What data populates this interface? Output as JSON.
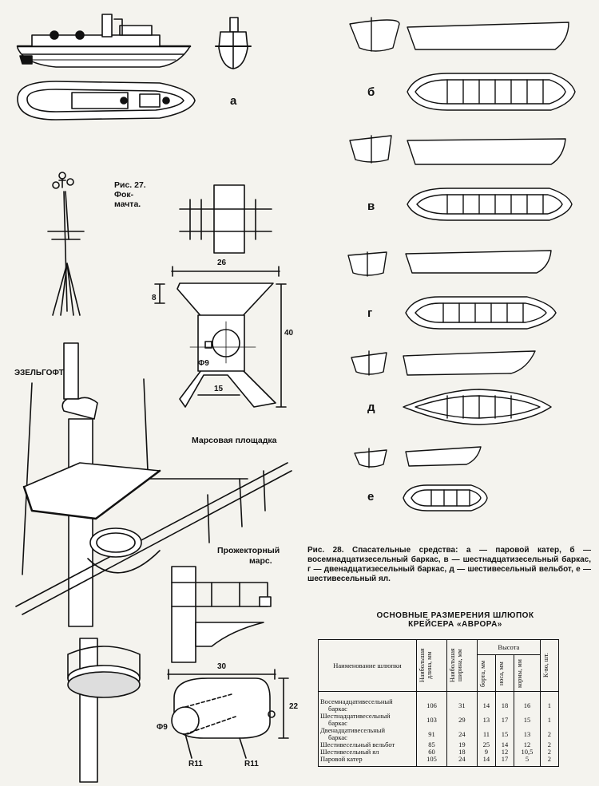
{
  "fig_a_label": "а",
  "fig27": {
    "line1": "Рис. 27.",
    "line2": "Фок-",
    "line3": "мачта."
  },
  "top_platform": {
    "title": "Марсовая площадка",
    "dim_width": "26",
    "dim_height": "40",
    "dim_side": "8",
    "dim_diameter": "Φ9",
    "dim_bottom": "15",
    "label_eselgoft": "ЭЗЕЛЬГОФТ"
  },
  "searchlight": {
    "title_line1": "Прожекторный",
    "title_line2": "марс.",
    "dim_width": "30",
    "dim_height": "22",
    "dim_diameter": "Φ9",
    "dim_r1": "R11",
    "dim_r2": "R11"
  },
  "boat_letters": [
    "б",
    "в",
    "г",
    "д",
    "е"
  ],
  "fig28_caption": "Рис. 28. Спасательные средства: а — паровой катер, б — восемнадцатизесельный баркас, в — шестнадцатизесельный баркас, г — двенадцатизесельный баркас, д — шестивесельный вельбот, е — шестивесельный ял.",
  "table_title_line1": "ОСНОВНЫЕ РАЗМЕРЕНИЯ ШЛЮПОК",
  "table_title_line2": "КРЕЙСЕРА «АВРОРА»",
  "table": {
    "headers": {
      "name": "Наименование шлюпки",
      "length": "Наибольшая длина, мм",
      "width": "Наибольшая ширина, мм",
      "height": "Высота",
      "board": "борта, мм",
      "bow": "носа, мм",
      "stern": "кормы, мм",
      "count": "К-во, шт."
    },
    "rows": [
      {
        "name": [
          "Восемнадцативесельный",
          "баркас"
        ],
        "length": "106",
        "width": "31",
        "board": "14",
        "bow": "18",
        "stern": "16",
        "count": "1"
      },
      {
        "name": [
          "Шестнадцативесельный",
          "баркас"
        ],
        "length": "103",
        "width": "29",
        "board": "13",
        "bow": "17",
        "stern": "15",
        "count": "1"
      },
      {
        "name": [
          "Двенадцативесельный",
          "баркас"
        ],
        "length": "91",
        "width": "24",
        "board": "11",
        "bow": "15",
        "stern": "13",
        "count": "2"
      },
      {
        "name": [
          "Шестивесельный вельбот"
        ],
        "length": "85",
        "width": "19",
        "board": "25",
        "bow": "14",
        "stern": "12",
        "count": "2"
      },
      {
        "name": [
          "Шестивесельный ял"
        ],
        "length": "60",
        "width": "18",
        "board": "9",
        "bow": "12",
        "stern": "10,5",
        "count": "2"
      },
      {
        "name": [
          "Паровой катер"
        ],
        "length": "105",
        "width": "24",
        "board": "14",
        "bow": "17",
        "stern": "5",
        "count": "2"
      }
    ]
  }
}
